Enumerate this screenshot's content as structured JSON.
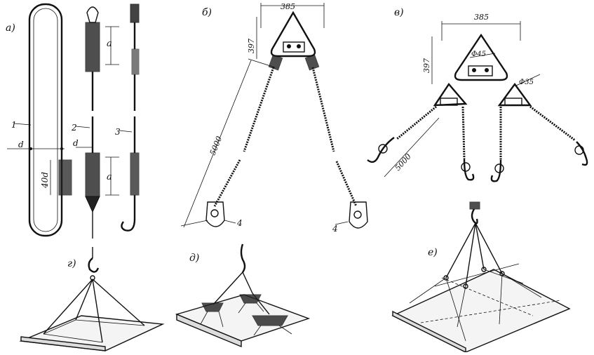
{
  "panels": {
    "a": "а)",
    "b": "б)",
    "v": "в)",
    "g": "г)",
    "d": "д)",
    "e": "е)"
  },
  "part_numbers": {
    "p1": "1",
    "p2": "2",
    "p3": "3",
    "p4_left": "4",
    "p4_right": "4"
  },
  "dimensions": {
    "d1": "d",
    "d2": "d",
    "forty_d": "40d",
    "a_top": "a",
    "a_bottom": "a",
    "b_width": "385",
    "b_height": "397",
    "b_length": "5000",
    "v_width": "385",
    "v_height": "397",
    "v_diam_main": "Ф45",
    "v_diam_ring": "Ф35",
    "v_length": "5000"
  }
}
